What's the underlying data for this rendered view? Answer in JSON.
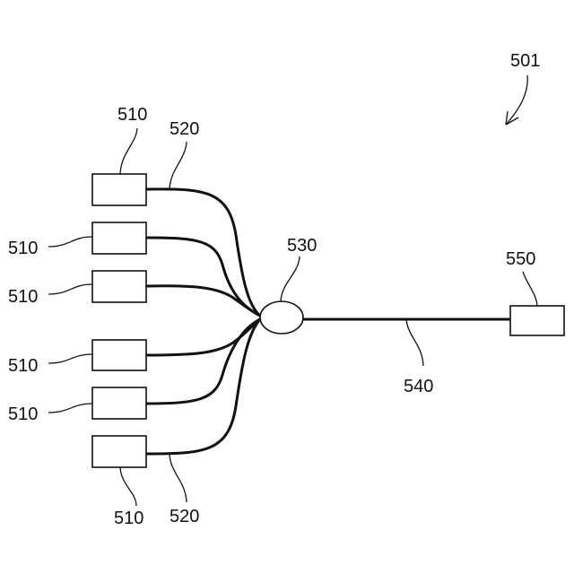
{
  "diagram": {
    "figure_ref": "501",
    "sources": [
      {
        "label": "510",
        "fiber_label": "520"
      },
      {
        "label": "510",
        "fiber_label": ""
      },
      {
        "label": "510",
        "fiber_label": ""
      },
      {
        "label": "510",
        "fiber_label": ""
      },
      {
        "label": "510",
        "fiber_label": ""
      },
      {
        "label": "510",
        "fiber_label": "520"
      }
    ],
    "combiner_label": "530",
    "output_fiber_label": "540",
    "receiver_label": "550"
  }
}
